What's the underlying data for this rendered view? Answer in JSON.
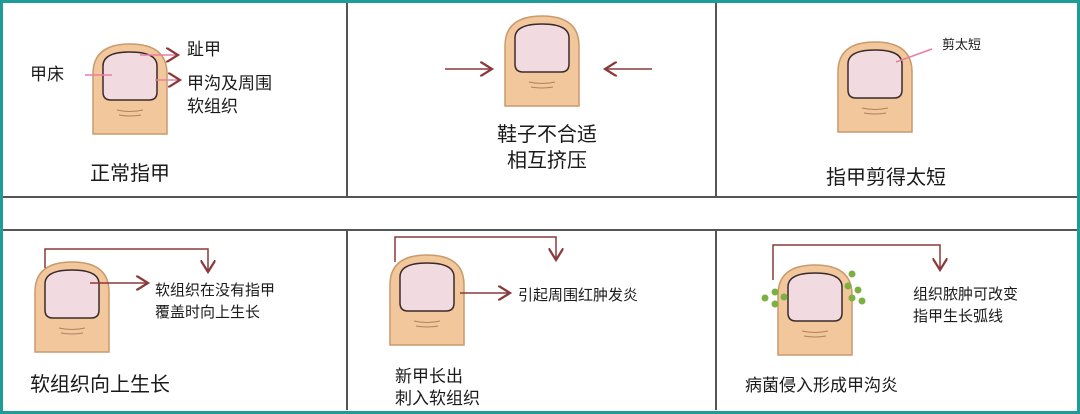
{
  "colors": {
    "border": "#1f9c9a",
    "divider": "#555555",
    "skin": "#f1c79b",
    "nail": "#f1dbe0",
    "arrow": "#8a3a3a",
    "bacteria": "#7db043"
  },
  "panels": [
    {
      "caption": "正常指甲",
      "labels": {
        "nail_bed": "甲床",
        "toenail": "趾甲",
        "fold_1": "甲沟及周围",
        "fold_2": "软组织"
      }
    },
    {
      "caption_1": "鞋子不合适",
      "caption_2": "相互挤压"
    },
    {
      "caption": "指甲剪得太短",
      "label": "剪太短"
    },
    {
      "caption": "软组织向上生长",
      "note_1": "软组织在没有指甲",
      "note_2": "覆盖时向上生长"
    },
    {
      "caption_1": "新甲长出",
      "caption_2": "刺入软组织",
      "note": "引起周围红肿发炎"
    },
    {
      "caption": "病菌侵入形成甲沟炎",
      "note_1": "组织脓肿可改变",
      "note_2": "指甲生长弧线"
    }
  ]
}
